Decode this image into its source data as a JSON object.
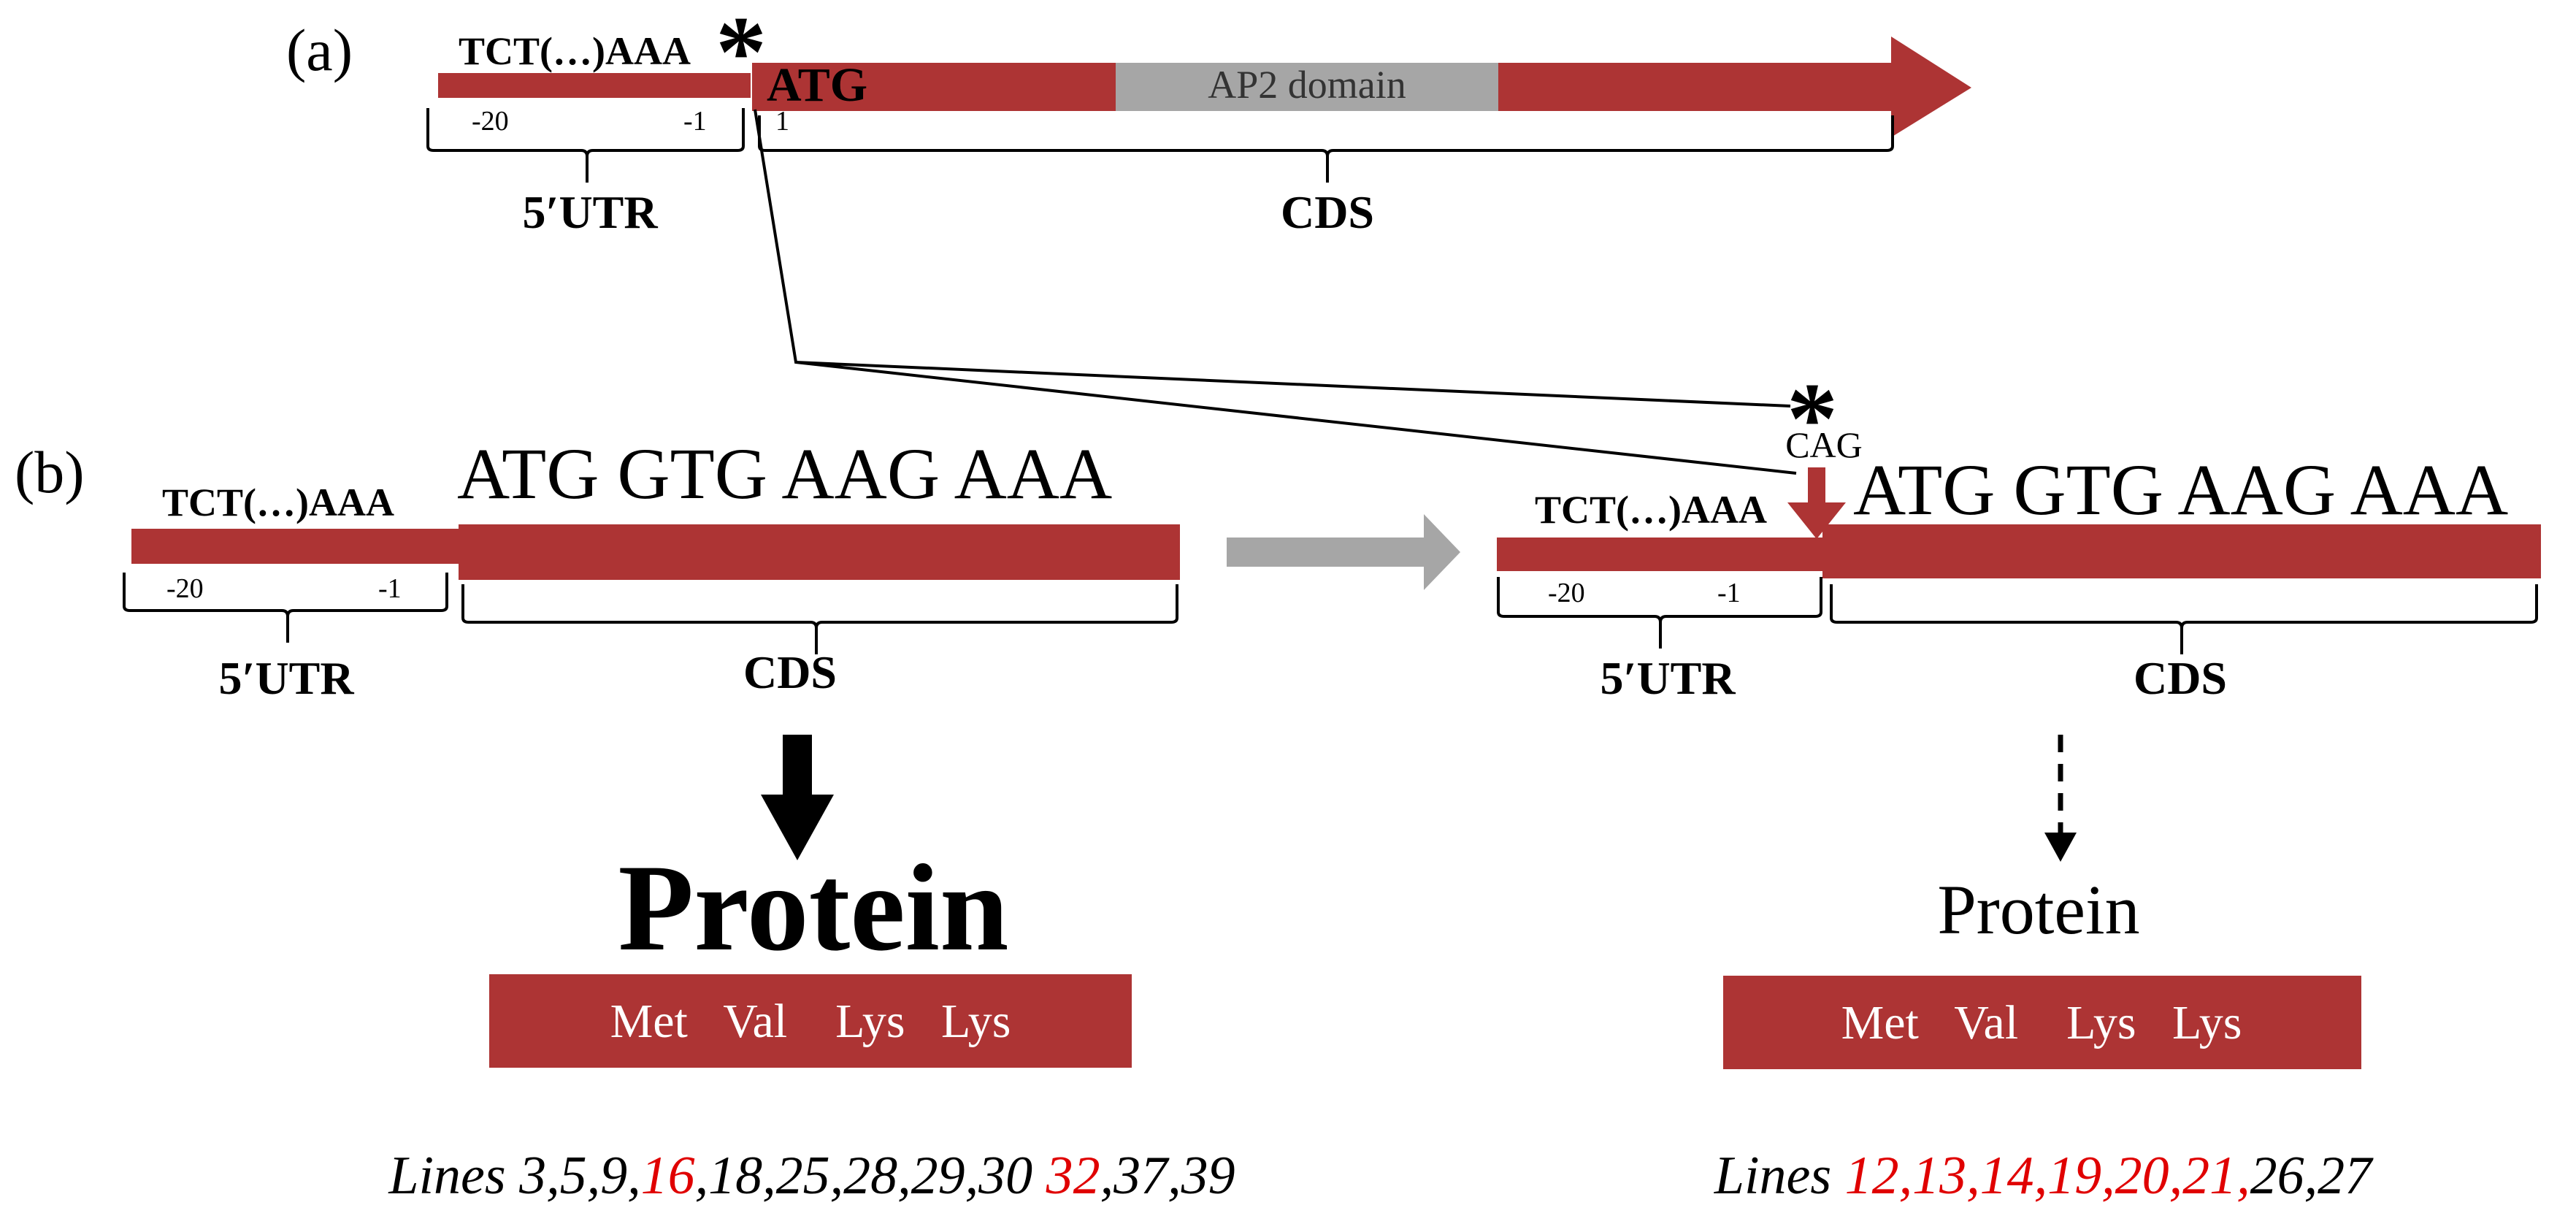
{
  "colors": {
    "gene": "#ad3434",
    "domain": "#a6a6a6",
    "arrow_gray": "#a6a6a6",
    "highlight": "#e00000",
    "text": "#000000",
    "protein_text": "#ffffff"
  },
  "panel_a": {
    "label": "(a)",
    "seq": "TCT(…)AAA",
    "start_codon": "ATG",
    "domain": "AP2 domain",
    "utr_start": "-20",
    "utr_end": "-1",
    "cds_start": "1",
    "utr_label": "5′UTR",
    "cds_label": "CDS",
    "asterisk": "*"
  },
  "panel_b": {
    "label": "(b)",
    "left": {
      "seq": "TCT(…)AAA",
      "codons": "ATG GTG AAG AAA",
      "utr_start": "-20",
      "utr_end": "-1",
      "utr_label": "5′UTR",
      "cds_label": "CDS",
      "protein_label": "Protein",
      "protein_seq": "Met   Val    Lys   Lys",
      "lines_prefix": "Lines",
      "lines": [
        {
          "t": "3,5,9,",
          "red": false
        },
        {
          "t": "16",
          "red": true
        },
        {
          "t": ",18,25,28,29,30 ",
          "red": false
        },
        {
          "t": "32",
          "red": true
        },
        {
          "t": ",37,39",
          "red": false
        }
      ]
    },
    "right": {
      "asterisk": "*",
      "insert": "CAG",
      "seq": "TCT(…)AAA",
      "codons": "ATG GTG AAG AAA",
      "utr_start": "-20",
      "utr_end": "-1",
      "utr_label": "5′UTR",
      "cds_label": "CDS",
      "protein_label": "Protein",
      "protein_seq": "Met   Val    Lys   Lys",
      "lines_prefix": "Lines",
      "lines": [
        {
          "t": "12,13,14,19,20,21,",
          "red": true
        },
        {
          "t": "26,27",
          "red": false
        }
      ]
    }
  }
}
